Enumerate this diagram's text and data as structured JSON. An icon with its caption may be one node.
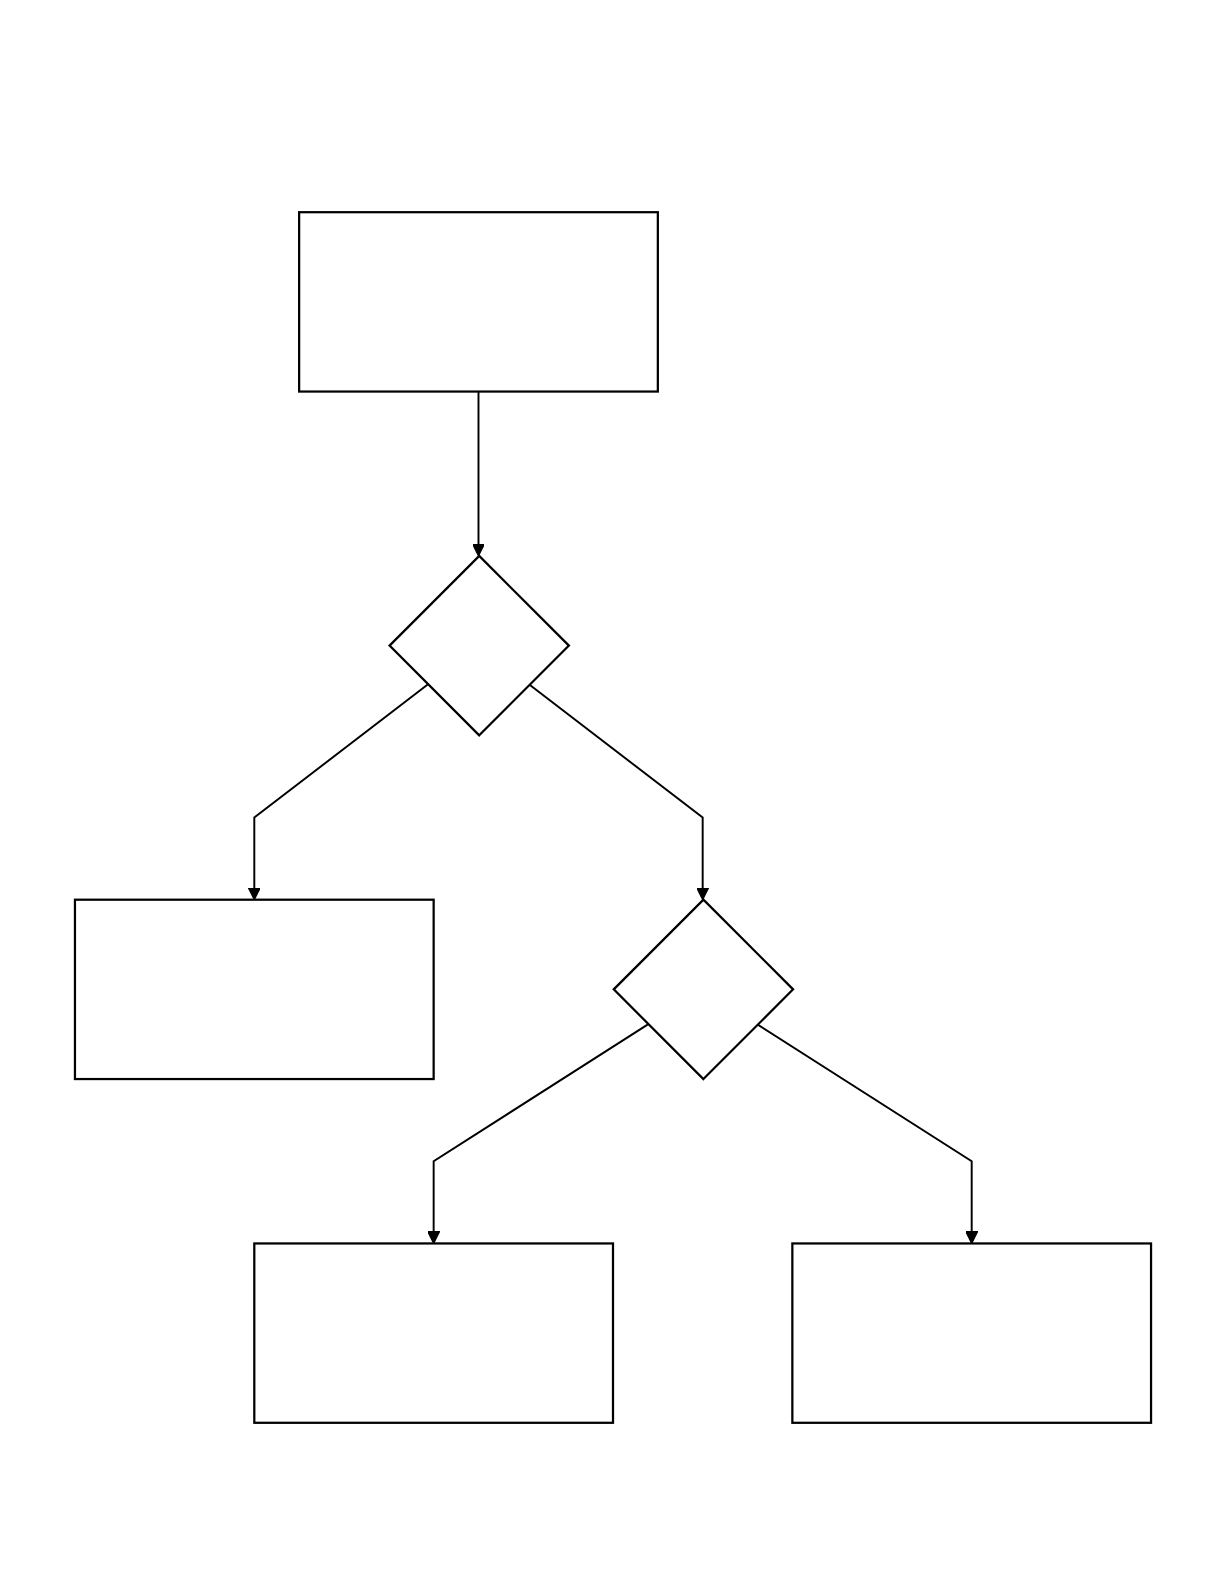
{
  "diagram": {
    "nodes": [
      {
        "text": [],
        "shape": "box"
      },
      {
        "text": [],
        "shape": "diamond"
      },
      {
        "text": [],
        "shape": "box"
      },
      {
        "text": [],
        "shape": "diamond"
      },
      {
        "text": [],
        "shape": "box"
      },
      {
        "text": [],
        "shape": "box"
      }
    ],
    "edges": [
      {
        "from": 0,
        "to": 1,
        "arrow": "to"
      },
      {
        "from": 1,
        "to": 2,
        "arrow": "to"
      },
      {
        "from": 1,
        "to": 3,
        "arrow": "to"
      },
      {
        "from": 3,
        "to": 4,
        "arrow": "to"
      },
      {
        "from": 3,
        "to": 5,
        "arrow": "to"
      }
    ]
  }
}
